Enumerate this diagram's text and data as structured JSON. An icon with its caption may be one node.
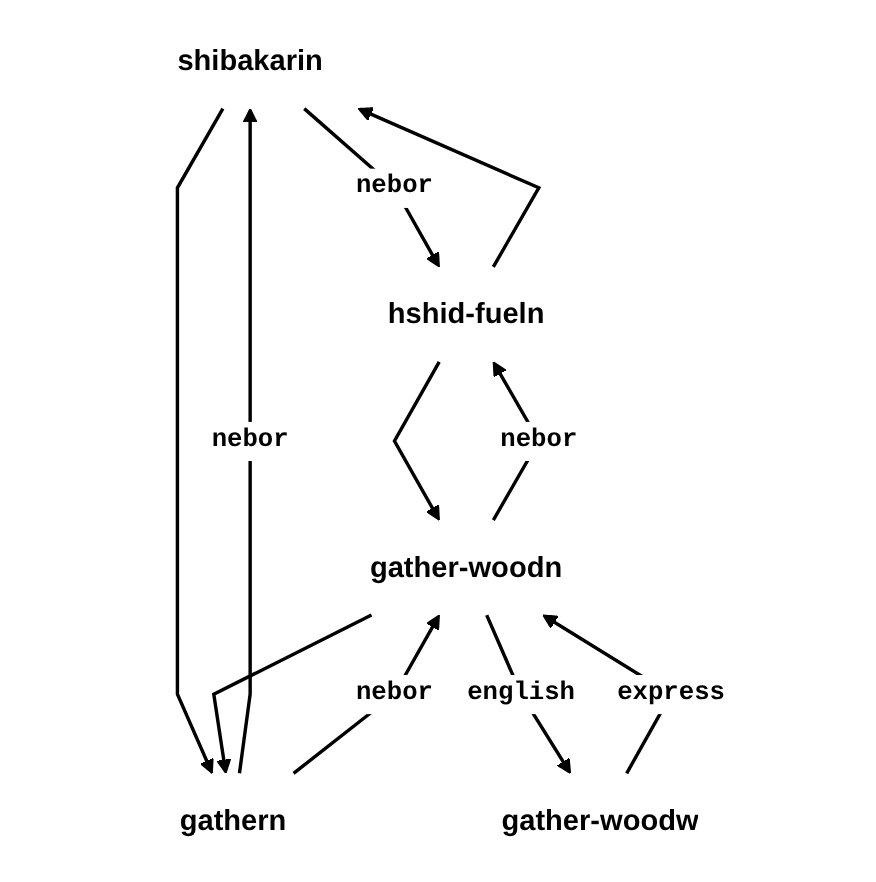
{
  "diagram": {
    "nodes": [
      {
        "text": [
          "shibakarin"
        ]
      },
      {
        "text": [
          "hshid-fueln"
        ]
      },
      {
        "text": [
          "gathern"
        ]
      },
      {
        "text": [
          "gather-woodn"
        ]
      },
      {
        "text": [
          "gather-woodw"
        ]
      }
    ],
    "edges": [
      {
        "from": 0,
        "to": 1,
        "arrow": "to",
        "label": "nebor"
      },
      {
        "from": 1,
        "to": 0,
        "arrow": "to"
      },
      {
        "from": 0,
        "to": 2,
        "arrow": "to"
      },
      {
        "from": 2,
        "to": 0,
        "arrow": "to",
        "label": "nebor"
      },
      {
        "from": 1,
        "to": 3,
        "arrow": "to"
      },
      {
        "from": 3,
        "to": 1,
        "arrow": "to",
        "label": "nebor"
      },
      {
        "from": 3,
        "to": 2,
        "arrow": "to"
      },
      {
        "from": 2,
        "to": 3,
        "arrow": "to",
        "label": "nebor"
      },
      {
        "from": 3,
        "to": 4,
        "arrow": "to",
        "label": "english"
      },
      {
        "from": 4,
        "to": 3,
        "arrow": "to",
        "label": "express"
      }
    ]
  }
}
